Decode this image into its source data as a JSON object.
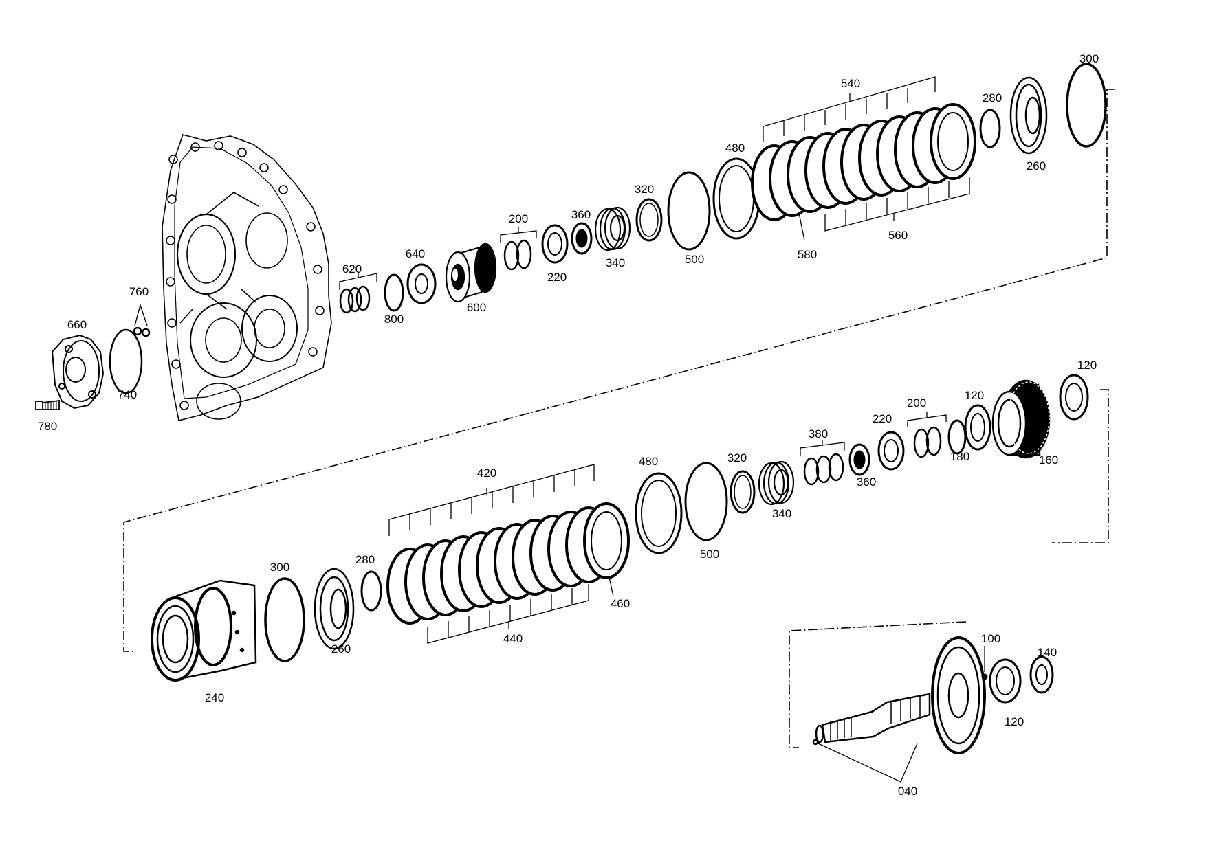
{
  "colors": {
    "ink": "#000000",
    "paper": "#ffffff"
  },
  "callouts": {
    "n_300a": "300",
    "n_540": "540",
    "n_280a": "280",
    "n_260a": "260",
    "n_480a": "480",
    "n_580": "580",
    "n_560": "560",
    "n_500a": "500",
    "n_320a": "320",
    "n_360a": "360",
    "n_340a": "340",
    "n_200a": "200",
    "n_220a": "220",
    "n_640": "640",
    "n_600": "600",
    "n_620": "620",
    "n_800": "800",
    "n_760": "760",
    "n_660": "660",
    "n_740": "740",
    "n_780": "780",
    "n_120a": "120",
    "n_120b": "120",
    "n_160": "160",
    "n_180": "180",
    "n_200b": "200",
    "n_220b": "220",
    "n_380": "380",
    "n_360b": "360",
    "n_320b": "320",
    "n_340b": "340",
    "n_480b": "480",
    "n_500b": "500",
    "n_420": "420",
    "n_460": "460",
    "n_440": "440",
    "n_280b": "280",
    "n_300b": "300",
    "n_260b": "260",
    "n_240": "240",
    "n_100": "100",
    "n_140": "140",
    "n_120c": "120",
    "n_040": "040"
  }
}
